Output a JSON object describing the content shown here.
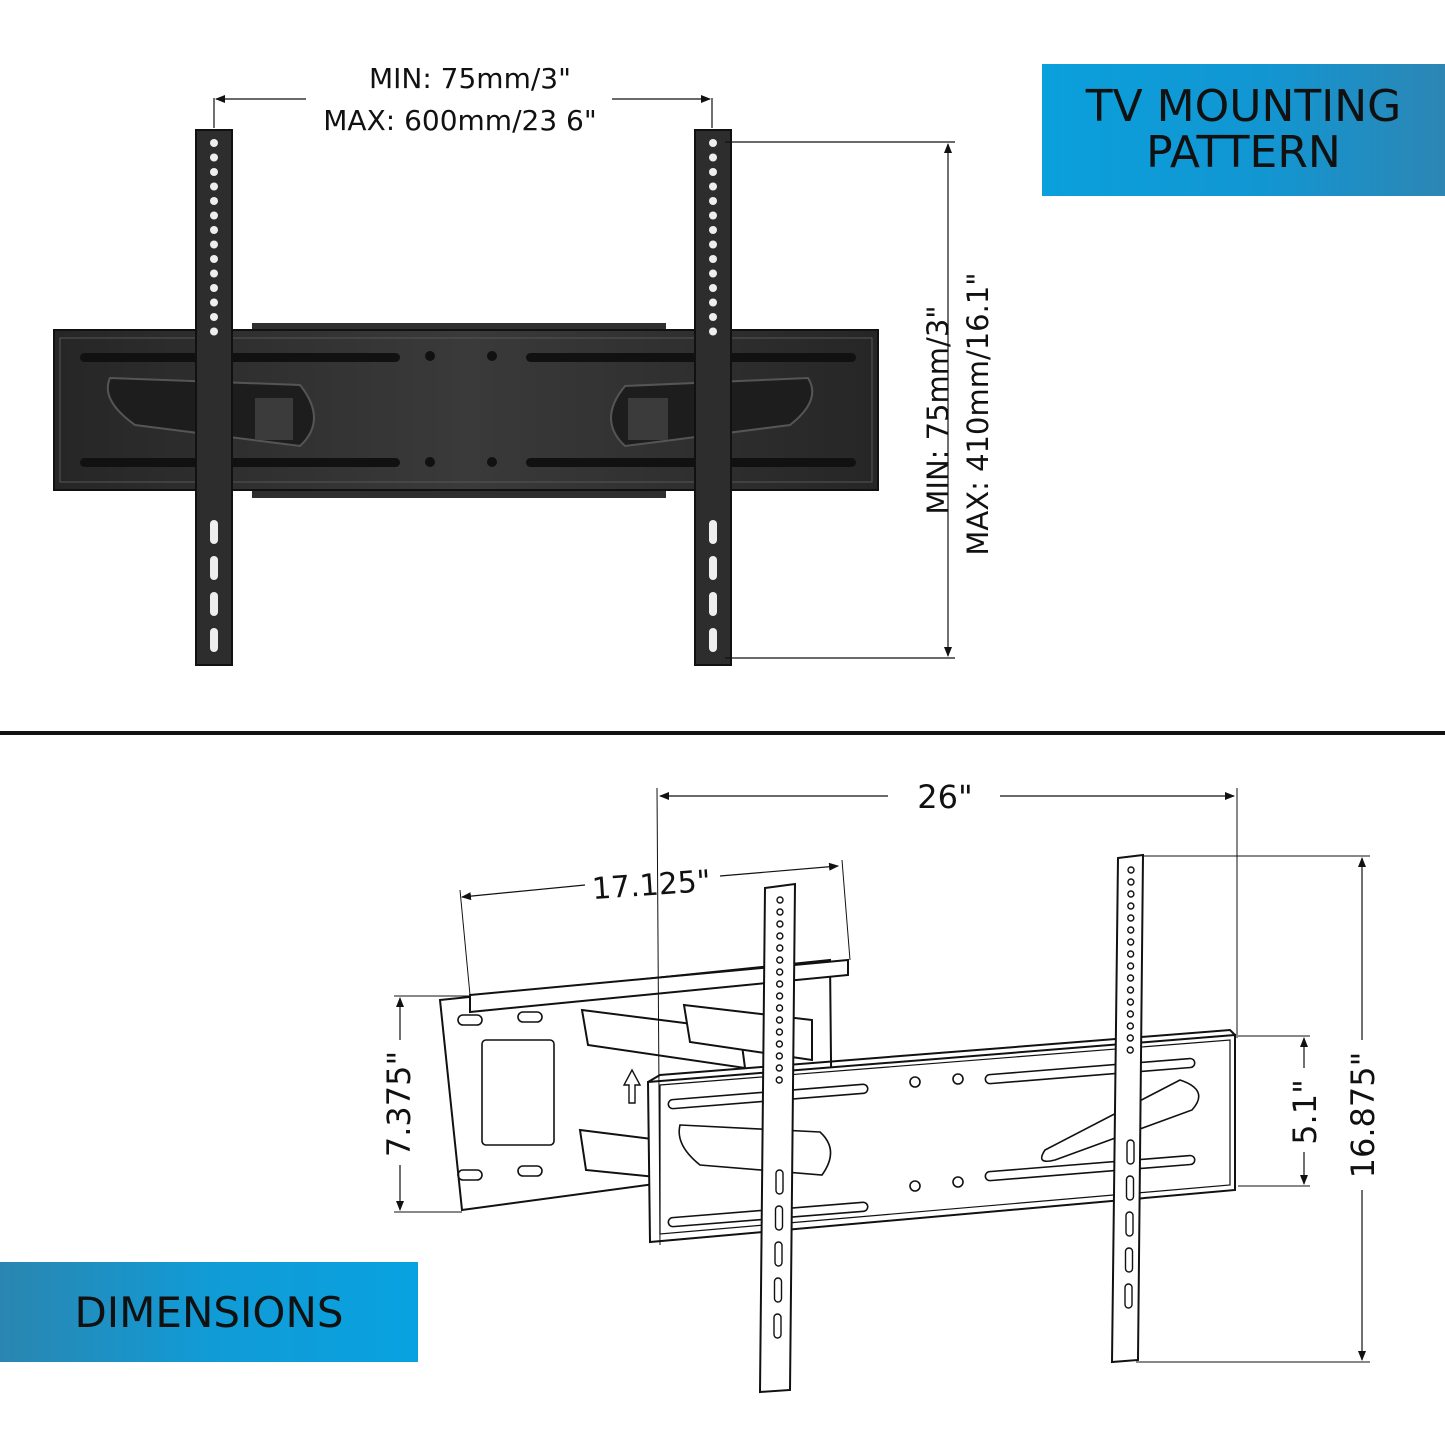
{
  "banners": {
    "top": [
      "TV MOUNTING",
      "PATTERN"
    ],
    "bottom": "DIMENSIONS"
  },
  "mounting_pattern": {
    "horizontal_min": "MIN: 75mm/3\"",
    "horizontal_max": "MAX: 600mm/23 6\"",
    "vertical_min": "MIN: 75mm/3\"",
    "vertical_max": "MAX: 410mm/16.1\""
  },
  "dimensions": {
    "overall_width": "26\"",
    "arm_width": "17.125\"",
    "wall_plate_height": "7.375\"",
    "tv_plate_height": "5.1\"",
    "overall_height": "16.875\""
  },
  "colors": {
    "accent": "#0aa0dc",
    "bracket": "#2b2b2b",
    "line": "#111111"
  }
}
